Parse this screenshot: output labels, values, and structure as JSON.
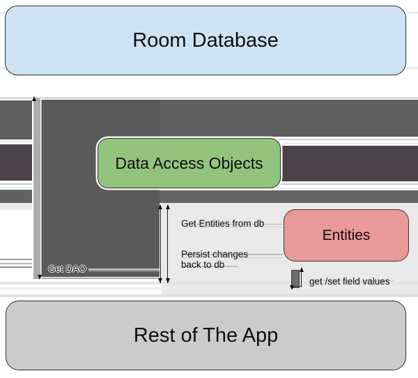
{
  "diagram": {
    "nodes": {
      "room_database": "Room Database",
      "data_access_objects": "Data Access Objects",
      "entities": "Entities",
      "rest_of_the_app": "Rest of The App"
    },
    "edge_labels": {
      "get_dao": "Get DAO",
      "get_entities_from_db": "Get Entities from db",
      "persist_changes": "Persist changes back to db",
      "get_set_field_values": "get /set field values"
    },
    "colors": {
      "room_database_fill": "#cfe2f3",
      "dao_fill": "#93c47d",
      "entities_fill": "#ea9999",
      "rest_of_the_app_fill": "#cccccc",
      "connector_dark": "#5a5a5a",
      "connector_darker": "#494349",
      "connector_light_bar": "#acacac",
      "background_panel": "#e9e9e9",
      "node_border": "#2e2e2e"
    }
  }
}
